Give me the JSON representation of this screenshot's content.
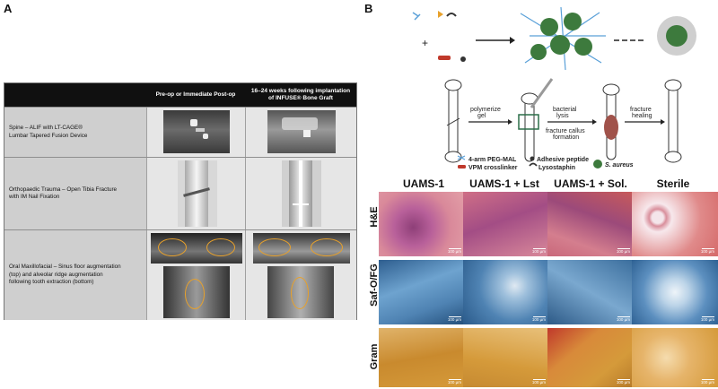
{
  "panel_a": {
    "letter": "A",
    "headers": {
      "col1": "Pre-op or Immediate Post-op",
      "col2_line1": "16–24 weeks following implantation",
      "col2_line2": "of INFUSE® Bone Graft"
    },
    "rows": [
      {
        "line1": "Spine – ALIF with LT-CAGE®",
        "line2": "Lumbar Tapered Fusion Device",
        "line3": ""
      },
      {
        "line1": "Orthopaedic Trauma – Open Tibia Fracture",
        "line2": "with IM Nail Fixation",
        "line3": ""
      },
      {
        "line1": "Oral Maxillofacial – Sinus floor augmentation",
        "line2": "(top) and alveolar ridge augmentation",
        "line3": "following tooth extraction (bottom)"
      }
    ]
  },
  "panel_b": {
    "letter": "B",
    "schematic": {
      "plus": "+",
      "step1": "polymerize",
      "step1b": "gel",
      "step2": "bacterial",
      "step2b": "lysis",
      "step3": "fracture callus",
      "step3b": "formation",
      "step4": "fracture",
      "step4b": "healing"
    },
    "legend": {
      "peg": "4-arm PEG-MAL",
      "vpm": "VPM crosslinker",
      "peptide": "Adhesive peptide",
      "lyso": "Lysostaphin",
      "aureus": "S. aureus"
    },
    "columns": [
      "UAMS-1",
      "UAMS-1 + Lst",
      "UAMS-1 + Sol.",
      "Sterile"
    ],
    "rows": [
      "H&E",
      "Saf-O/FG",
      "Gram"
    ],
    "scale_bar": "100 µm"
  },
  "colors": {
    "he_pink": "#d9899a",
    "safo_blue": "#4f83b3",
    "gram_orange": "#d59a3a",
    "bacteria_green": "#3d7a3d",
    "highlight_orange": "#e8a12b"
  }
}
